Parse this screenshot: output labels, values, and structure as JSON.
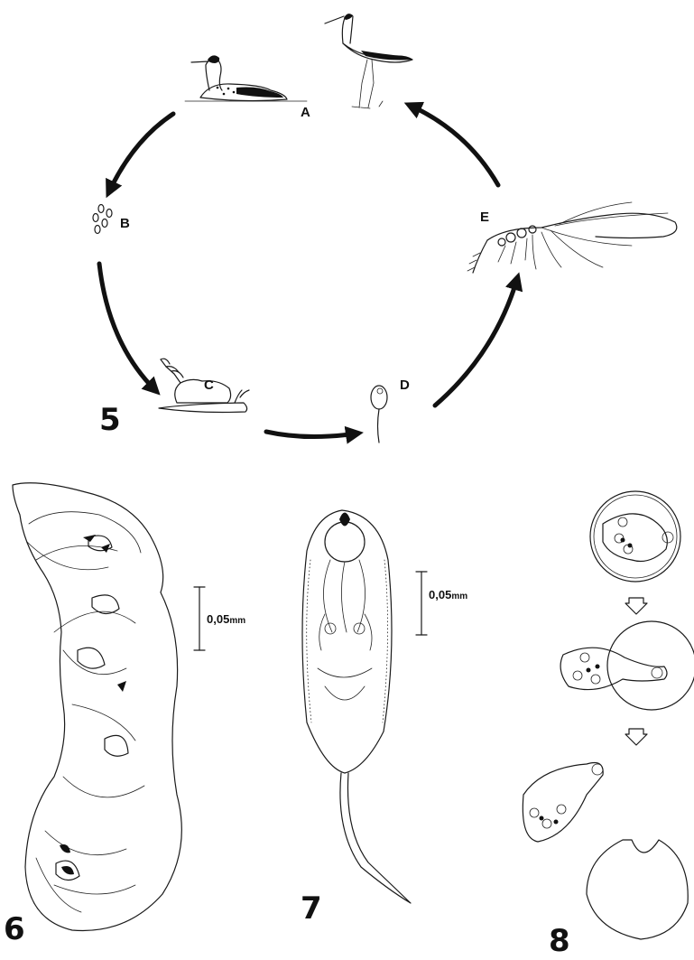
{
  "life_cycle": {
    "figure_number": "5",
    "stages": [
      {
        "id": "A",
        "label": "A"
      },
      {
        "id": "B",
        "label": "B"
      },
      {
        "id": "C",
        "label": "C"
      },
      {
        "id": "D",
        "label": "D"
      },
      {
        "id": "E",
        "label": "E"
      }
    ]
  },
  "panel6": {
    "figure_number": "6",
    "scale_value": "0,05",
    "scale_unit": "mm"
  },
  "panel7": {
    "figure_number": "7",
    "scale_value": "0,05",
    "scale_unit": "mm"
  },
  "panel8": {
    "figure_number": "8"
  },
  "colors": {
    "ink": "#111111",
    "paper": "#ffffff"
  }
}
